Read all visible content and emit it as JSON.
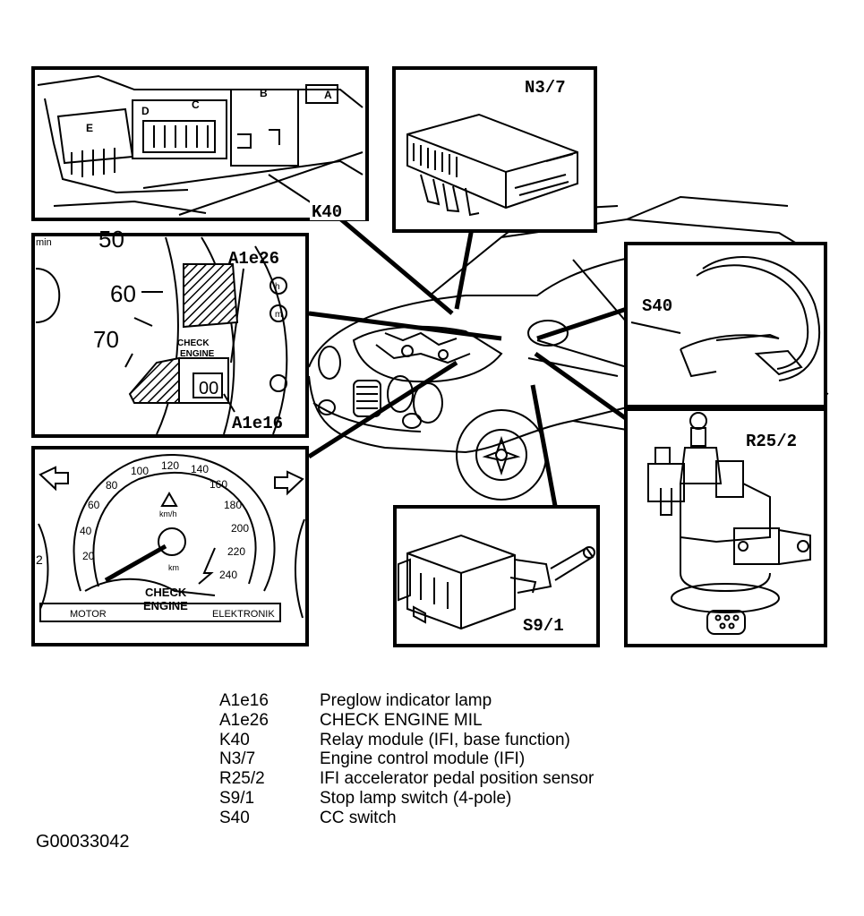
{
  "panels": {
    "k40": {
      "callout": "K40",
      "fuse_labels": [
        "E",
        "D",
        "C",
        "B",
        "A"
      ]
    },
    "n3_7": {
      "callout": "N3/7"
    },
    "cluster": {
      "callouts": [
        "A1e26",
        "A1e16"
      ],
      "unit": "min",
      "speed_marks": [
        "50",
        "60",
        "70"
      ],
      "lamp_text": [
        "CHECK",
        "ENGINE"
      ],
      "odometer": "00"
    },
    "s40": {
      "callout": "S40"
    },
    "speedo": {
      "scale": [
        "20",
        "40",
        "60",
        "80",
        "100",
        "120",
        "140",
        "160",
        "180",
        "200",
        "220",
        "240"
      ],
      "unit_kmh": "km/h",
      "unit_km": "km",
      "lamp_text": [
        "CHECK",
        "ENGINE"
      ],
      "bar_left": "MOTOR",
      "bar_right": "ELEKTRONIK",
      "edge_digit": "2"
    },
    "r25_2": {
      "callout": "R25/2"
    },
    "s9_1": {
      "callout": "S9/1"
    }
  },
  "legend": [
    {
      "code": "A1e16",
      "desc": "Preglow indicator lamp"
    },
    {
      "code": "A1e26",
      "desc": "CHECK ENGINE MIL"
    },
    {
      "code": "K40",
      "desc": "Relay module (IFI, base function)"
    },
    {
      "code": "N3/7",
      "desc": "Engine control module (IFI)"
    },
    {
      "code": "R25/2",
      "desc": "IFI accelerator pedal position sensor"
    },
    {
      "code": "S9/1",
      "desc": "Stop lamp switch (4-pole)"
    },
    {
      "code": "S40",
      "desc": "CC switch"
    }
  ],
  "figure_id": "G00033042"
}
